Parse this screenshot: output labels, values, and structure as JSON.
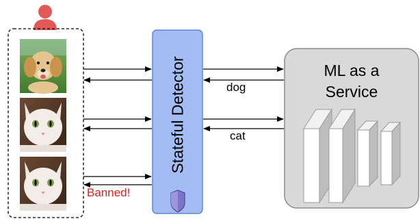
{
  "detector": {
    "label": "Stateful Detector"
  },
  "service": {
    "line1": "ML as a",
    "line2": "Service"
  },
  "responses": {
    "dog": "dog",
    "cat": "cat",
    "banned": "Banned!"
  },
  "user": {
    "icon": "person-icon"
  },
  "images": [
    "dog-photo",
    "cat-photo",
    "cat-photo"
  ],
  "colors": {
    "detector_fill": "#a3bdf4",
    "detector_stroke": "#5d85e0",
    "service_fill": "#d9d9d9",
    "service_stroke": "#8a8a8a",
    "user": "#e15a5a",
    "banned": "#e0201e"
  }
}
